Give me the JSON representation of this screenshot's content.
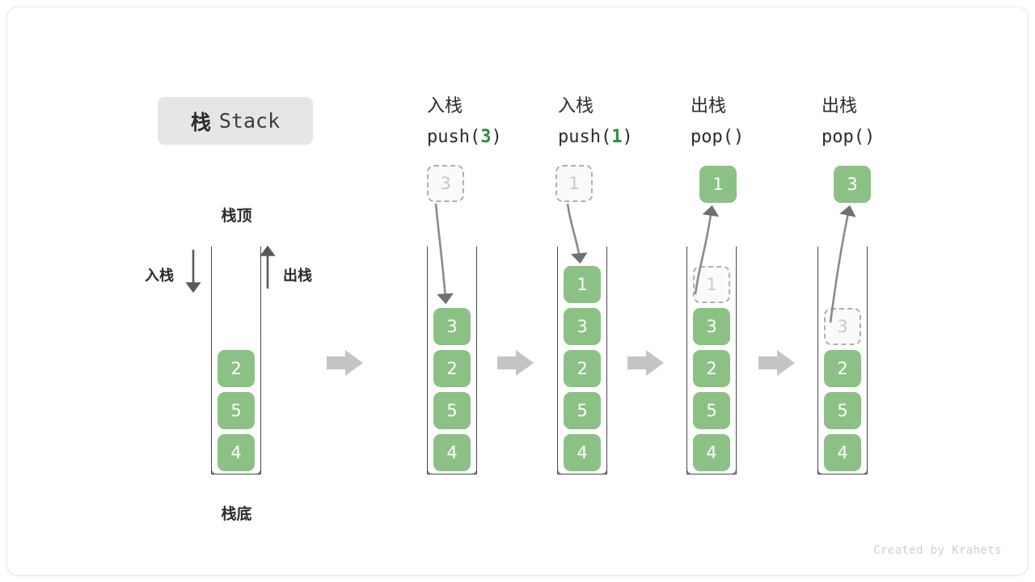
{
  "figure": {
    "title_cn": "栈",
    "title_en": "Stack",
    "credit": "Created by Krahets",
    "colors": {
      "element": "#8cc185",
      "element_text": "#ffffff",
      "ghost_border": "#b0b0b0",
      "ghost_text": "#c9c9c9",
      "arrow_gray": "#c4c4c4",
      "arrow_dark": "#707070",
      "badge_bg": "#e6e6e6",
      "accent_green": "#2e8b3f",
      "wall": "#4a4a4a"
    }
  },
  "initial": {
    "label_top": "栈顶",
    "label_bottom": "栈底",
    "label_push": "入栈",
    "label_pop": "出栈",
    "cells_bottom_to_top": [
      "4",
      "5",
      "2"
    ]
  },
  "steps": [
    {
      "id": "push-3",
      "header_cn": "入栈",
      "code_prefix": "push(",
      "code_arg": "3",
      "code_suffix": ")",
      "ghost_above": "3",
      "ghost_in_stack": null,
      "popped_box": null,
      "cells_bottom_to_top": [
        "4",
        "5",
        "2",
        "3"
      ]
    },
    {
      "id": "push-1",
      "header_cn": "入栈",
      "code_prefix": "push(",
      "code_arg": "1",
      "code_suffix": ")",
      "ghost_above": "1",
      "ghost_in_stack": null,
      "popped_box": null,
      "cells_bottom_to_top": [
        "4",
        "5",
        "2",
        "3",
        "1"
      ]
    },
    {
      "id": "pop-1",
      "header_cn": "出栈",
      "code_prefix": "pop(",
      "code_arg": "",
      "code_suffix": ")",
      "ghost_above": null,
      "ghost_in_stack": "1",
      "popped_box": "1",
      "cells_bottom_to_top": [
        "4",
        "5",
        "2",
        "3"
      ]
    },
    {
      "id": "pop-3",
      "header_cn": "出栈",
      "code_prefix": "pop(",
      "code_arg": "",
      "code_suffix": ")",
      "ghost_above": null,
      "ghost_in_stack": "3",
      "popped_box": "3",
      "cells_bottom_to_top": [
        "4",
        "5",
        "2"
      ]
    }
  ]
}
